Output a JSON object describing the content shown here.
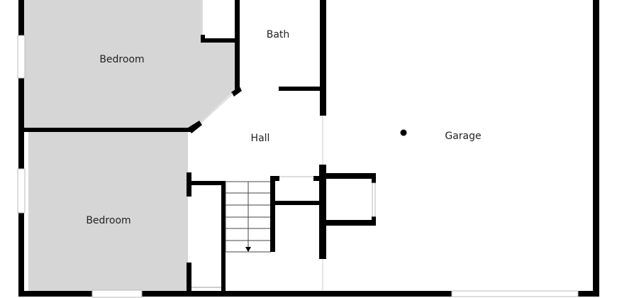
{
  "floorplan": {
    "rooms": {
      "bedroom_top": "Bedroom",
      "bedroom_bottom": "Bedroom",
      "bath": "Bath",
      "hall": "Hall",
      "garage": "Garage"
    },
    "colors": {
      "wall": "#000000",
      "bedroom_fill": "#d6d6d6",
      "background": "#ffffff"
    }
  }
}
